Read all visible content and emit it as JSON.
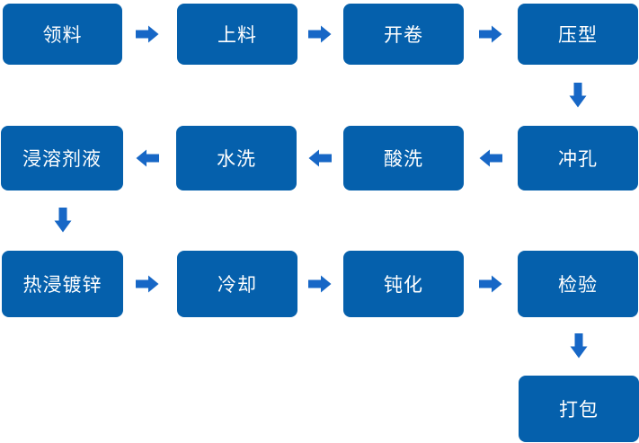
{
  "colors": {
    "box": "#0560AC",
    "arrow": "#1767C6",
    "text": "#FFFFFF",
    "background": "#FFFFFF"
  },
  "nodes": [
    {
      "label": "领料"
    },
    {
      "label": "上料"
    },
    {
      "label": "开卷"
    },
    {
      "label": "压型"
    },
    {
      "label": "冲孔"
    },
    {
      "label": "酸洗"
    },
    {
      "label": "水洗"
    },
    {
      "label": "浸溶剂液"
    },
    {
      "label": "热浸镀锌"
    },
    {
      "label": "冷却"
    },
    {
      "label": "钝化"
    },
    {
      "label": "检验"
    },
    {
      "label": "打包"
    }
  ],
  "edges": [
    {
      "from": "领料",
      "to": "上料"
    },
    {
      "from": "上料",
      "to": "开卷"
    },
    {
      "from": "开卷",
      "to": "压型"
    },
    {
      "from": "压型",
      "to": "冲孔"
    },
    {
      "from": "冲孔",
      "to": "酸洗"
    },
    {
      "from": "酸洗",
      "to": "水洗"
    },
    {
      "from": "水洗",
      "to": "浸溶剂液"
    },
    {
      "from": "浸溶剂液",
      "to": "热浸镀锌"
    },
    {
      "from": "热浸镀锌",
      "to": "冷却"
    },
    {
      "from": "冷却",
      "to": "钝化"
    },
    {
      "from": "钝化",
      "to": "检验"
    },
    {
      "from": "检验",
      "to": "打包"
    }
  ]
}
